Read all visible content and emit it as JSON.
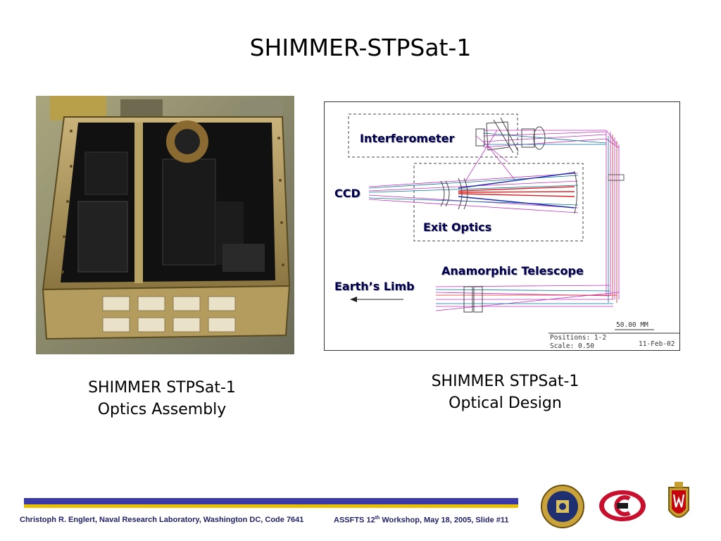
{
  "title": "SHIMMER-STPSat-1",
  "left_caption": {
    "line1": "SHIMMER STPSat-1",
    "line2": "Optics Assembly"
  },
  "right_caption": {
    "line1": "SHIMMER STPSat-1",
    "line2": "Optical Design"
  },
  "diagram": {
    "labels": {
      "interferometer": "Interferometer",
      "ccd": "CCD",
      "exit_optics": "Exit Optics",
      "anamorphic_telescope": "Anamorphic Telescope",
      "earths_limb": "Earth’s Limb"
    },
    "scale_bar_label": "50.00   MM",
    "positions": "Positions: 1-2",
    "scale": "Scale: 0.50",
    "date": "11-Feb-02"
  },
  "footer": {
    "left": "Christoph R. Englert, Naval Research Laboratory, Washington DC, Code 7641",
    "right_prefix": "ASSFTS 12",
    "right_sup": "th",
    "right_suffix": " Workshop, May 18, 2005, Slide #11"
  },
  "colors": {
    "bar_blue": "#3a3aa8",
    "bar_yellow": "#e8c000",
    "label_navy": "#000050"
  }
}
